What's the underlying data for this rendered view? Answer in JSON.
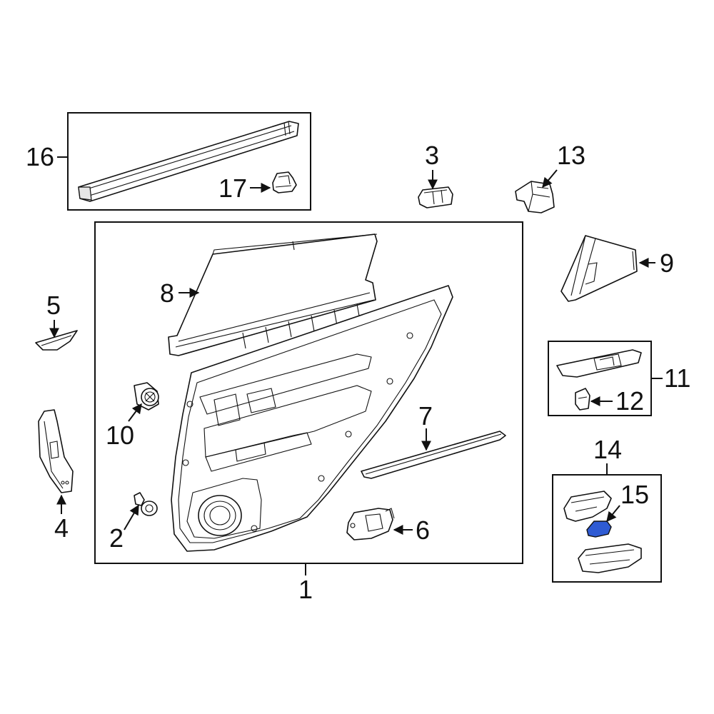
{
  "callouts": {
    "c1": "1",
    "c2": "2",
    "c3": "3",
    "c4": "4",
    "c5": "5",
    "c6": "6",
    "c7": "7",
    "c8": "8",
    "c9": "9",
    "c10": "10",
    "c11": "11",
    "c12": "12",
    "c13": "13",
    "c14": "14",
    "c15": "15",
    "c16": "16",
    "c17": "17"
  },
  "colors": {
    "line": "#111111",
    "background": "#ffffff",
    "highlight_part": "#2f5bd3"
  },
  "highlighted_part": "15"
}
